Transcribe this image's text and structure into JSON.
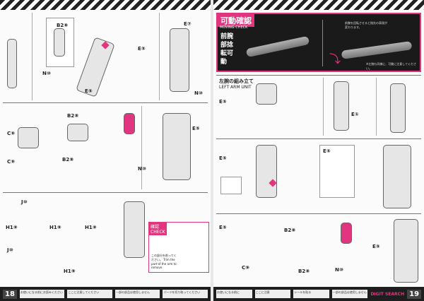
{
  "left_page": {
    "page_number": "18",
    "labels": {
      "b2": "B2⑧",
      "n": "N⑩",
      "e": "E⑤",
      "c": "C⑨",
      "j": "J⑩",
      "h1": "H1⑨",
      "e2": "E⑦"
    },
    "check_box": {
      "title": "確認",
      "subtitle": "CHECK",
      "note": "この部分を削ってください。",
      "note_en": "Trim the part of the arm to remove."
    },
    "footer_notes": [
      "お使いになる前にお読みください",
      "ここに注意してください",
      "一部の部品は使用しません",
      "パーツを切り取ってください"
    ]
  },
  "right_page": {
    "page_number": "19",
    "moving_check": {
      "title": "可動確認",
      "subtitle": "MOVING CHECK",
      "vertical": "前腕部捻転可動",
      "note_top": "前腕を回転させると指先の表現が変わります。",
      "note_bottom": "※左腕も同様に、可動に注意してください。"
    },
    "section": {
      "title": "左腕の組み立て",
      "subtitle": "LEFT ARM UNIT"
    },
    "labels": {
      "e": "E⑤",
      "b2": "B2⑧",
      "n": "N⑩",
      "c": "C⑨",
      "e1": "E①"
    },
    "footer_notes": [
      "お使いになる前に",
      "ここに注意",
      "シールを貼る",
      "一部の部品は使用しません"
    ],
    "watermark": "DIGIT SEARCH"
  },
  "colors": {
    "accent": "#e2357f",
    "dark": "#1a1a1a"
  }
}
